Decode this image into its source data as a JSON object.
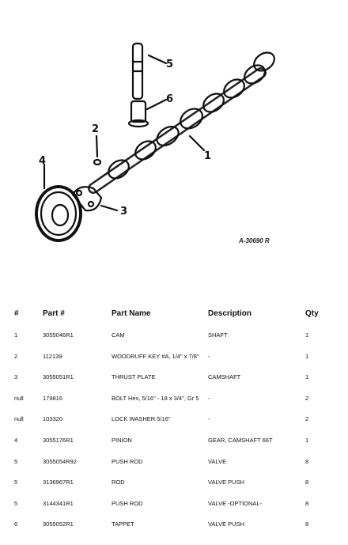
{
  "diagram": {
    "figure_id": "A-30690 R",
    "callouts": [
      "1",
      "2",
      "3",
      "4",
      "5",
      "6"
    ]
  },
  "table": {
    "headers": {
      "num": "#",
      "part": "Part #",
      "name": "Part Name",
      "desc": "Description",
      "qty": "Qty"
    },
    "rows": [
      {
        "num": "1",
        "part": "3055046R1",
        "name": "CAM",
        "desc": "SHAFT",
        "qty": "1"
      },
      {
        "num": "2",
        "part": "112139",
        "name": "WOODRUFF KEY #A, 1/4\" x 7/8\"",
        "desc": "-",
        "qty": "1"
      },
      {
        "num": "3",
        "part": "3055051R1",
        "name": "THRUST PLATE",
        "desc": "CAMSHAFT",
        "qty": "1"
      },
      {
        "num": "null",
        "part": "179816",
        "name": "BOLT Hex, 5/16\" - 18 x 3/4\", Gr 5",
        "desc": "-",
        "qty": "2"
      },
      {
        "num": "null",
        "part": "103320",
        "name": "LOCK WASHER 5/16\"",
        "desc": "-",
        "qty": "2"
      },
      {
        "num": "4",
        "part": "3055176R1",
        "name": "PINION",
        "desc": "GEAR, CAMSHAFT 66T",
        "qty": "1"
      },
      {
        "num": "5",
        "part": "3055054R92",
        "name": "PUSH ROD",
        "desc": "VALVE",
        "qty": "8"
      },
      {
        "num": "5",
        "part": "3136967R1",
        "name": "ROD",
        "desc": "VALVE PUSH",
        "qty": "8"
      },
      {
        "num": "5",
        "part": "3144341R1",
        "name": "PUSH ROD",
        "desc": "VALVE -OPTIONAL-",
        "qty": "8"
      },
      {
        "num": "6",
        "part": "3055052R1",
        "name": "TAPPET",
        "desc": "VALVE PUSH",
        "qty": "8"
      }
    ]
  }
}
